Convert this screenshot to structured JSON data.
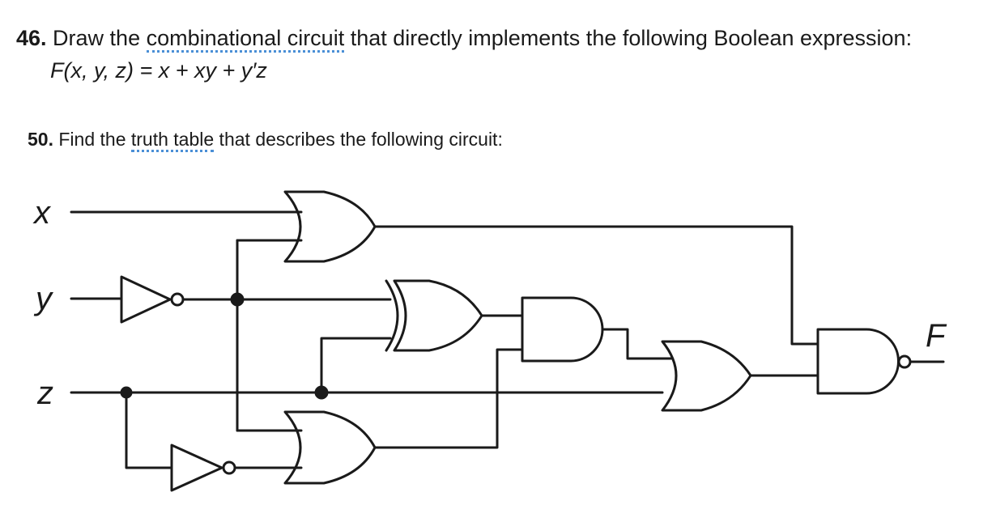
{
  "q46": {
    "number": "46.",
    "text_before": " Draw the ",
    "link": "combinational circuit",
    "text_after": " that directly implements the following Boolean expression:",
    "expression": "F(x, y, z) = x + xy + y′z"
  },
  "q50": {
    "number": "50.",
    "text_before": " Find the ",
    "link": "truth table",
    "text_after": " that describes the following circuit:"
  },
  "circuit": {
    "input_x": "x",
    "input_y": "y",
    "input_z": "z",
    "output": "F"
  }
}
